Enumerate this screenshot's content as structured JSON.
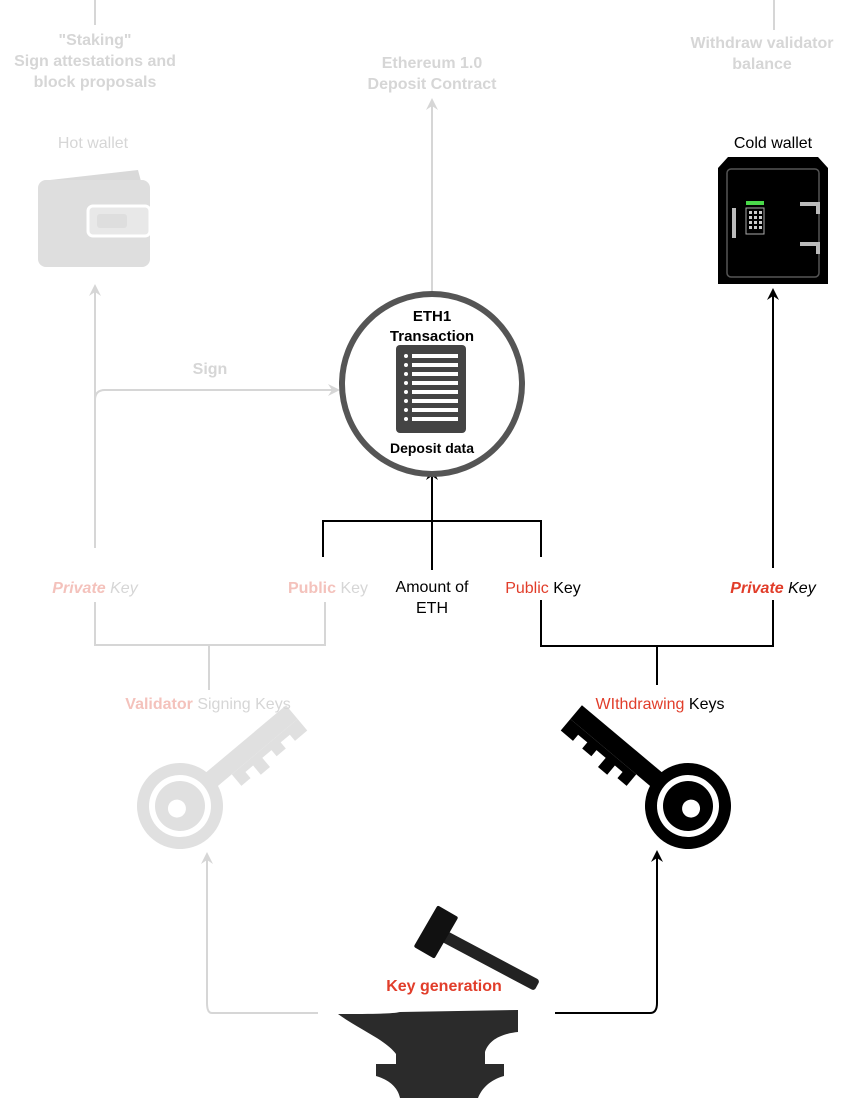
{
  "labels": {
    "staking_l1": "\"Staking\"",
    "staking_l2": "Sign attestations and",
    "staking_l3": "block proposals",
    "contract_l1": "Ethereum 1.0",
    "contract_l2": "Deposit Contract",
    "withdraw_l1": "Withdraw validator",
    "withdraw_l2": "balance",
    "hot_wallet": "Hot wallet",
    "cold_wallet": "Cold wallet",
    "sign": "Sign",
    "eth1_l1": "ETH1",
    "eth1_l2": "Transaction",
    "deposit_data": "Deposit data",
    "private_word": "Private",
    "public_word": "Public",
    "key_word": "Key",
    "amount_l1": "Amount of",
    "amount_l2": "ETH",
    "validator_word": "Validator",
    "signing_keys": "Signing Keys",
    "withdrawing_word": "WIthdrawing",
    "keys_word": "Keys",
    "key_generation": "Key generation"
  },
  "colors": {
    "accent_red": "#e13d2a",
    "faded_gray": "#d6d6d6",
    "faded_red": "#f4c2bc",
    "ink": "#000000"
  },
  "icons": [
    "wallet-icon",
    "safe-icon",
    "document-icon",
    "key-icon",
    "hammer-icon",
    "anvil-icon"
  ]
}
